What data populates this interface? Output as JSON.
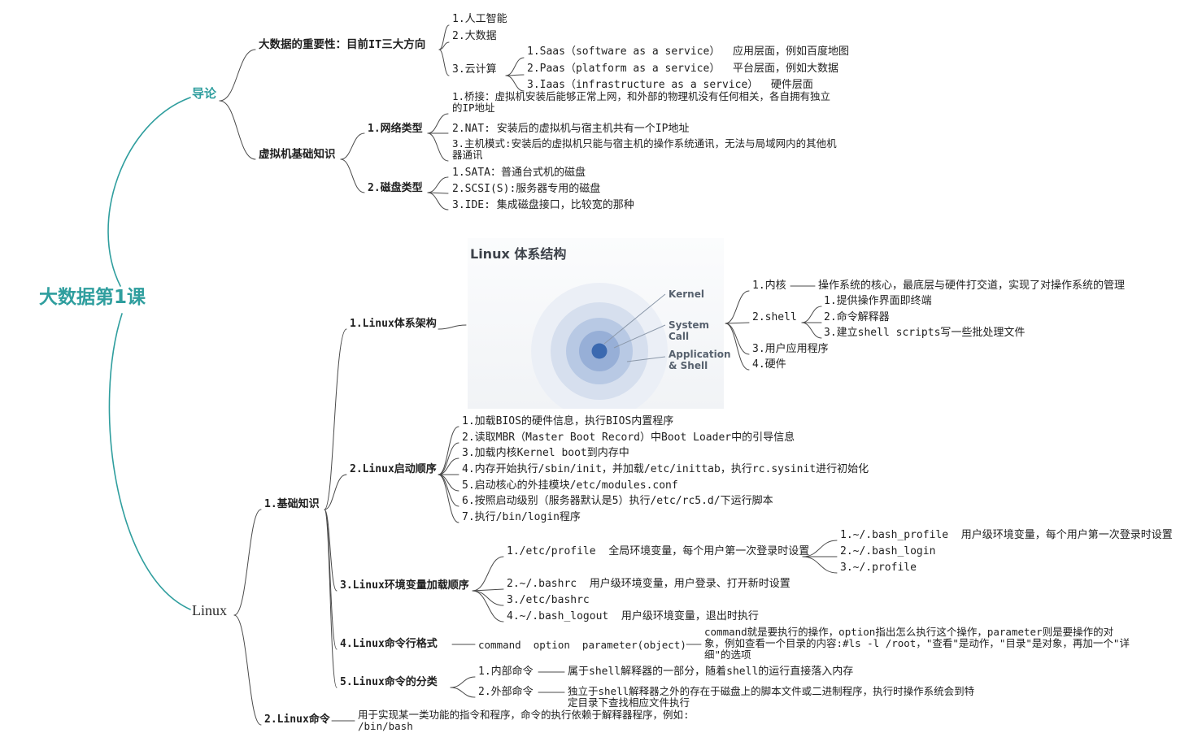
{
  "colors": {
    "accent": "#2f9e9e",
    "line": "#4a4a4a"
  },
  "root": {
    "label": "大数据第1课"
  },
  "intro": {
    "label": "导论",
    "importance": {
      "label": "大数据的重要性：目前IT三大方向",
      "ai": "1.人工智能",
      "bigdata": "2.大数据",
      "cloud": {
        "label": "3.云计算",
        "saas": "1.Saas（software as a service）  应用层面，例如百度地图",
        "paas": "2.Paas（platform as a service）  平台层面，例如大数据",
        "iaas": "3.Iaas（infrastructure as a service）  硬件层面"
      }
    },
    "vm": {
      "label": "虚拟机基础知识",
      "network": {
        "label": "1.网络类型",
        "bridge": "1.桥接：虚拟机安装后能够正常上网，和外部的物理机没有任何相关，各自拥有独立的IP地址",
        "nat": "2.NAT: 安装后的虚拟机与宿主机共有一个IP地址",
        "host": "3.主机模式:安装后的虚拟机只能与宿主机的操作系统通讯，无法与局域网内的其他机器通讯"
      },
      "disk": {
        "label": "2.磁盘类型",
        "sata": "1.SATA：普通台式机的磁盘",
        "scsi": "2.SCSI(S):服务器专用的磁盘",
        "ide": "3.IDE: 集成磁盘接口，比较宽的那种"
      }
    }
  },
  "linux": {
    "label": "Linux",
    "basics": {
      "label": "1.基础知识",
      "arch": {
        "label": "1.Linux体系架构",
        "diagram": {
          "title": "Linux 体系结构",
          "labels": [
            "Kernel",
            "System Call",
            "Application & Shell"
          ]
        },
        "kernel": {
          "label": "1.内核",
          "note": "操作系统的核心，最底层与硬件打交道，实现了对操作系统的管理"
        },
        "shell": {
          "label": "2.shell",
          "items": [
            "1.提供操作界面即终端",
            "2.命令解释器",
            "3.建立shell scripts写一些批处理文件"
          ]
        },
        "userapp": "3.用户应用程序",
        "hardware": "4.硬件"
      },
      "boot": {
        "label": "2.Linux启动顺序",
        "steps": [
          "1.加载BIOS的硬件信息，执行BIOS内置程序",
          "2.读取MBR（Master Boot Record）中Boot Loader中的引导信息",
          "3.加载内核Kernel boot到内存中",
          "4.内存开始执行/sbin/init，并加载/etc/inittab，执行rc.sysinit进行初始化",
          "5.启动核心的外挂模块/etc/modules.conf",
          "6.按照启动级别（服务器默认是5）执行/etc/rc5.d/下运行脚本",
          "7.执行/bin/login程序"
        ]
      },
      "env": {
        "label": "3.Linux环境变量加载顺序",
        "profile": {
          "label": "1./etc/profile  全局环境变量，每个用户第一次登录时设置",
          "items": [
            "1.~/.bash_profile  用户级环境变量，每个用户第一次登录时设置",
            "2.~/.bash_login",
            "3.~/.profile"
          ]
        },
        "bashrc": "2.~/.bashrc  用户级环境变量，用户登录、打开新时设置",
        "etc_bashrc": "3./etc/bashrc",
        "logout": "4.~/.bash_logout  用户级环境变量，退出时执行"
      },
      "cmdformat": {
        "label": "4.Linux命令行格式",
        "syntax": "command  option  parameter(object)",
        "note": "command就是要执行的操作，option指出怎么执行这个操作，parameter则是要操作的对象，例如查看一个目录的内容:#ls -l /root，\"查看\"是动作，\"目录\"是对象，再加一个\"详细\"的选项"
      },
      "cmdclass": {
        "label": "5.Linux命令的分类",
        "internal": {
          "label": "1.内部命令",
          "note": "属于shell解释器的一部分，随着shell的运行直接落入内存"
        },
        "external": {
          "label": "2.外部命令",
          "note": "独立于shell解释器之外的存在于磁盘上的脚本文件或二进制程序，执行时操作系统会到特定目录下查找相应文件执行"
        }
      }
    },
    "commands": {
      "label": "2.Linux命令",
      "note": "用于实现某一类功能的指令和程序，命令的执行依赖于解释器程序，例如: /bin/bash"
    }
  }
}
